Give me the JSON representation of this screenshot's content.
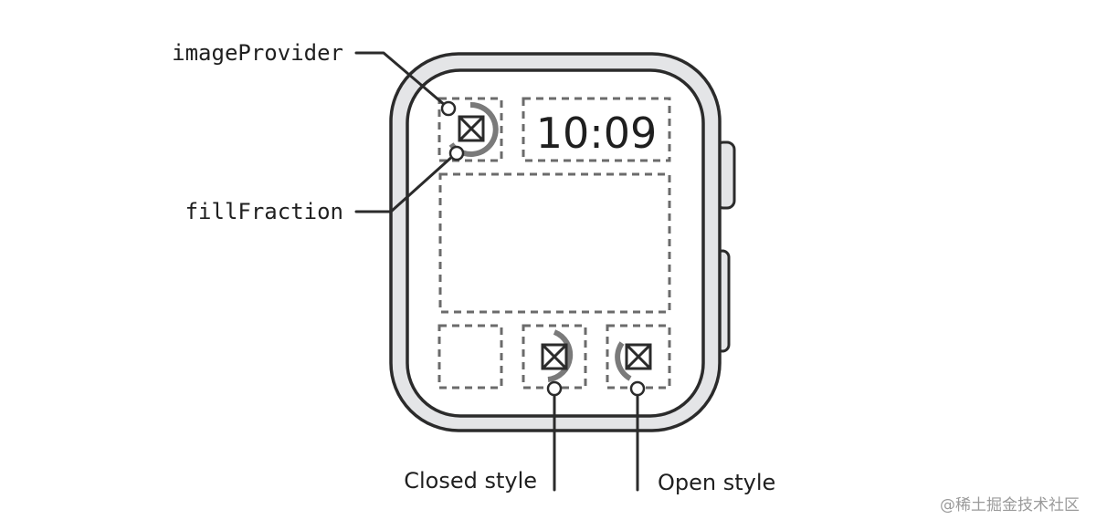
{
  "labels": {
    "image_provider": "imageProvider",
    "fill_fraction": "fillFraction",
    "closed_style": "Closed style",
    "open_style": "Open style"
  },
  "watch_face": {
    "time": "10:09"
  },
  "watermark": "@稀土掘金技术社区",
  "colors": {
    "stroke": "#2b2b2b",
    "bezel": "#e4e5e7",
    "dashed": "#6b6b6b",
    "arc": "#7a7a7a"
  },
  "icons": {
    "image_placeholder": "crossed-box-icon"
  }
}
